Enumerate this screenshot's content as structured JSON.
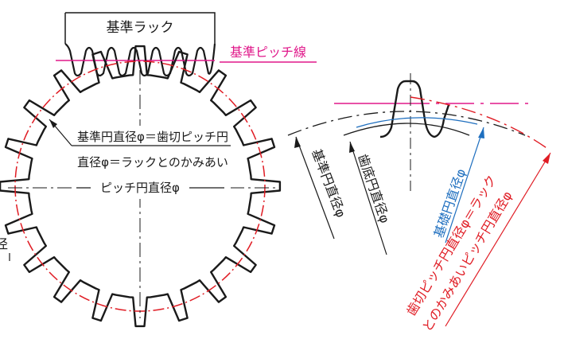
{
  "labels": {
    "rack_title": "基準ラック",
    "pitch_line": "基準ピッチ線",
    "ref_circle_line1": "基準円直径φ＝歯切ピッチ円",
    "ref_circle_line2": "直径φ＝ラックとのかみあい",
    "ref_circle_line3": "ピッチ円直径φ",
    "left_edge_fragment": "径",
    "arc_reference": "基準円直径φ",
    "arc_root": "歯底円直径φ",
    "arc_base": "基礎円直径φ",
    "arc_cutting_line1": "歯切ピッチ円直径φ＝ラック",
    "arc_cutting_line2": "とのかみあいピッチ円直径φ"
  },
  "colors": {
    "ink": "#1a1a1a",
    "pitch_line": "#e0188a",
    "reference_circle": "#e01c24",
    "base_circle": "#1f6fbf"
  }
}
